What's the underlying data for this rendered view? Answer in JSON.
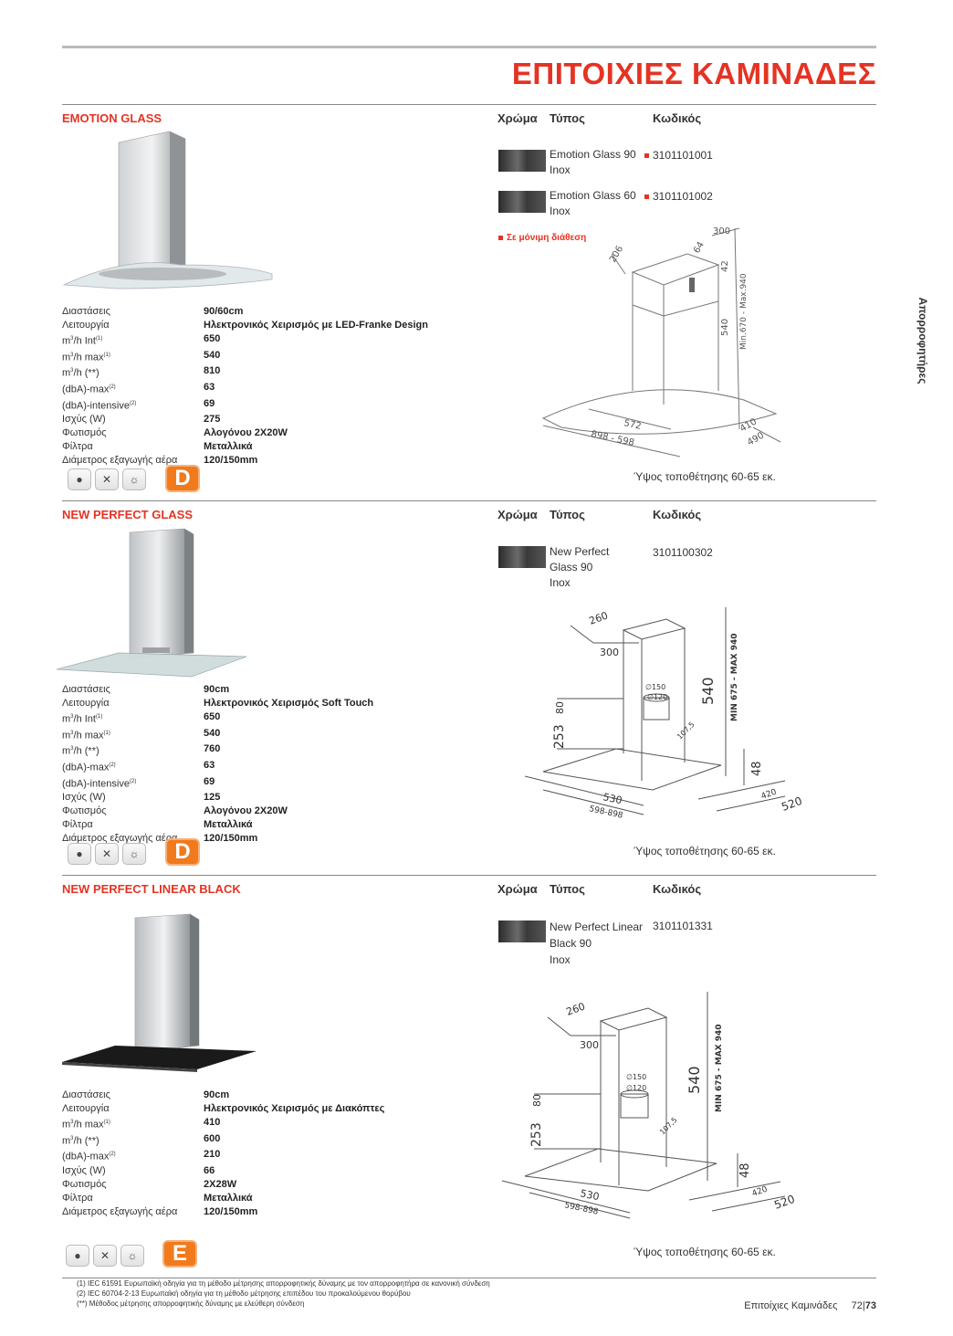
{
  "header": {
    "title": "ΕΠΙΤΟΙΧΙΕΣ ΚΑΜΙΝΑΔΕΣ",
    "side_tab": "Απορροφητήρες"
  },
  "columns": {
    "color": "Χρώμα",
    "type": "Τύπος",
    "code": "Κωδικός"
  },
  "products": [
    {
      "name": "EMOTION GLASS",
      "variants": [
        {
          "type": [
            "Emotion Glass 90",
            "Inox"
          ],
          "code": "3101101001",
          "marked": true
        },
        {
          "type": [
            "Emotion Glass 60",
            "Inox"
          ],
          "code": "3101101002",
          "marked": true
        }
      ],
      "availability": "Σε μόνιμη διάθεση",
      "specs": [
        {
          "k": "Διαστάσεις",
          "v": "90/60cm"
        },
        {
          "k": "Λειτουργία",
          "v": "Ηλεκτρονικός Χειρισμός με LED-Franke Design"
        },
        {
          "k": "m³/h Int(1)",
          "v": "650"
        },
        {
          "k": "m³/h max(1)",
          "v": "540"
        },
        {
          "k": "m³/h (**)",
          "v": "810"
        },
        {
          "k": "(dbA)-max(2)",
          "v": "63"
        },
        {
          "k": "(dbA)-intensive(2)",
          "v": "69"
        },
        {
          "k": "Ισχύς (W)",
          "v": "275"
        },
        {
          "k": "Φωτισμός",
          "v": "Αλογόνου 2Χ20W"
        },
        {
          "k": "Φίλτρα",
          "v": "Μεταλλικά"
        },
        {
          "k": "Διάμετρος εξαγωγής αέρα",
          "v": "120/150mm"
        }
      ],
      "energy_class": "D",
      "mount_height": "Ύψος τοποθέτησης 60-65 εκ.",
      "dims": [
        "300",
        "206",
        "64",
        "42",
        "540",
        "Min.670 - Max.940",
        "572",
        "898 - 598",
        "410",
        "490"
      ]
    },
    {
      "name": "NEW PERFECT GLASS",
      "variants": [
        {
          "type": [
            "New Perfect",
            "Glass 90",
            "Inox"
          ],
          "code": "3101100302",
          "marked": false
        }
      ],
      "specs": [
        {
          "k": "Διαστάσεις",
          "v": "90cm"
        },
        {
          "k": "Λειτουργία",
          "v": "Ηλεκτρονικός Χειρισμός Soft Touch"
        },
        {
          "k": "m³/h Int(1)",
          "v": "650"
        },
        {
          "k": "m³/h max(1)",
          "v": "540"
        },
        {
          "k": "m³/h (**)",
          "v": "760"
        },
        {
          "k": "(dbA)-max(2)",
          "v": "63"
        },
        {
          "k": "(dbA)-intensive(2)",
          "v": "69"
        },
        {
          "k": "Ισχύς (W)",
          "v": "125"
        },
        {
          "k": "Φωτισμός",
          "v": "Αλογόνου 2Χ20W"
        },
        {
          "k": "Φίλτρα",
          "v": "Μεταλλικά"
        },
        {
          "k": "Διάμετρος εξαγωγής αέρα",
          "v": "120/150mm"
        }
      ],
      "energy_class": "D",
      "mount_height": "Ύψος τοποθέτησης 60-65 εκ.",
      "dims": [
        "260",
        "300",
        "540",
        "MIN 675 - MAX 940",
        "80",
        "253",
        "∅150",
        "∅120",
        "107,5",
        "48",
        "530",
        "598-898",
        "420",
        "520"
      ]
    },
    {
      "name": "NEW PERFECT LINEAR BLACK",
      "variants": [
        {
          "type": [
            "New Perfect Linear",
            "Black 90",
            "Inox"
          ],
          "code": "3101101331",
          "marked": false
        }
      ],
      "specs": [
        {
          "k": "Διαστάσεις",
          "v": "90cm"
        },
        {
          "k": "Λειτουργία",
          "v": "Ηλεκτρονικός Χειρισμός με Διακόπτες"
        },
        {
          "k": "m³/h max(1)",
          "v": "410"
        },
        {
          "k": "m³/h (**)",
          "v": "600"
        },
        {
          "k": "(dbA)-max(2)",
          "v": "210"
        },
        {
          "k": "Ισχύς (W)",
          "v": "66"
        },
        {
          "k": "Φωτισμός",
          "v": "2X28W"
        },
        {
          "k": "Φίλτρα",
          "v": "Μεταλλικά"
        },
        {
          "k": "Διάμετρος εξαγωγής αέρα",
          "v": "120/150mm"
        }
      ],
      "energy_class": "E",
      "mount_height": "Ύψος τοποθέτησης 60-65 εκ.",
      "dims": [
        "260",
        "300",
        "540",
        "MIN 675 - MAX 940",
        "80",
        "253",
        "∅150",
        "∅120",
        "107,5",
        "48",
        "530",
        "598-898",
        "420",
        "520"
      ]
    }
  ],
  "footnotes": [
    "(1) IEC 61591 Ευρωπαϊκή οδηγία για τη μέθοδο μέτρησης απορροφητικής δύναμης με τον απορροφητήρα σε κανονική σύνδεση",
    "(2) IEC 60704-2-13 Ευρωπαϊκή οδηγία για τη μέθοδο μέτρησης επιπέδου του προκαλούμενου θορύβου",
    "(**) Μέθοδος μέτρησης απορροφητικής δύναμης με ελεύθερη σύνδεση"
  ],
  "footer": {
    "section": "Επιτοίχιες Καμινάδες",
    "pages": "72|",
    "page_current": "73"
  },
  "colors": {
    "accent": "#e53323",
    "energy": "#f07a1c"
  }
}
